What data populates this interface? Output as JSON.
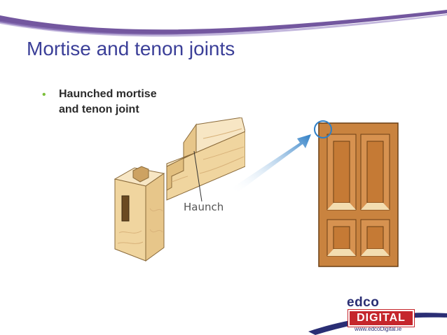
{
  "slide": {
    "title": "Mortise and tenon joints",
    "bullets": [
      {
        "lines": [
          "Haunched mortise",
          "and tenon joint"
        ]
      }
    ]
  },
  "diagram": {
    "callout_label": "Haunch"
  },
  "logo": {
    "top": "edco",
    "bottom": "DIGITAL",
    "url": "www.edcoDigital.ie"
  },
  "colors": {
    "title": "#3b3f98",
    "bullet": "#7bbf3a",
    "swoosh": "#5b3a8e",
    "arrow": "#2f7fc6",
    "door_wood": "#c9833f",
    "timber": "#f3ddb0",
    "logo_red": "#c5262c"
  }
}
